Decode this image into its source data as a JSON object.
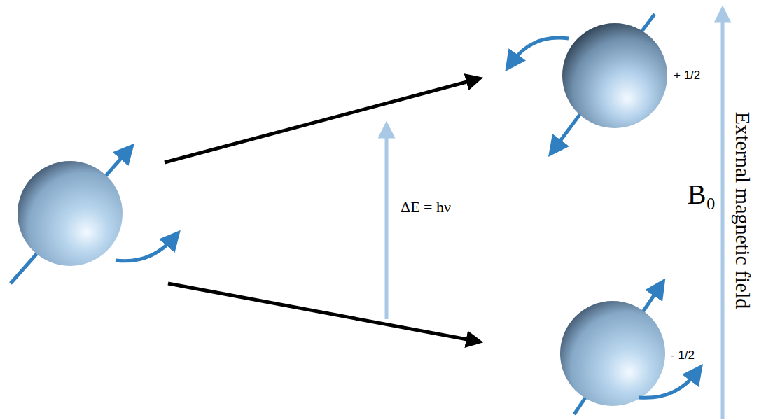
{
  "diagram": {
    "labels": [
      "ΔE = hν",
      "B₀",
      "External magnetic field",
      "+ 1/2",
      "- 1/2"
    ]
  }
}
